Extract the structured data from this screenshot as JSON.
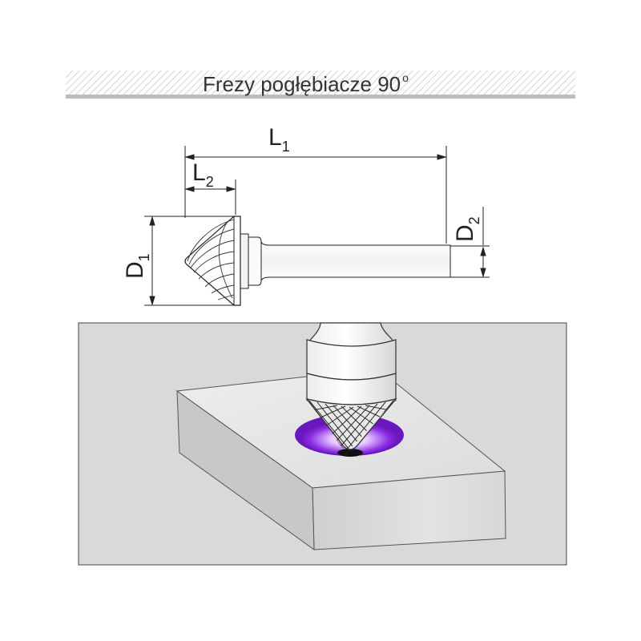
{
  "header": {
    "title": "Frezy pogłębiacze 90",
    "degree_symbol": "o"
  },
  "dimensions": {
    "L1": {
      "letter": "L",
      "sub": "1"
    },
    "L2": {
      "letter": "L",
      "sub": "2"
    },
    "D1": {
      "letter": "D",
      "sub": "1"
    },
    "D2": {
      "letter": "D",
      "sub": "2"
    }
  },
  "colors": {
    "hatch": "#cfcfcf",
    "title_rule": "#bdbdbd",
    "panel_bg": "#d9d9d9",
    "block_top": "#e6e6e6",
    "block_front": "#d2d2d2",
    "block_side": "#c4c4c4",
    "glow": "#7a1fd1"
  }
}
